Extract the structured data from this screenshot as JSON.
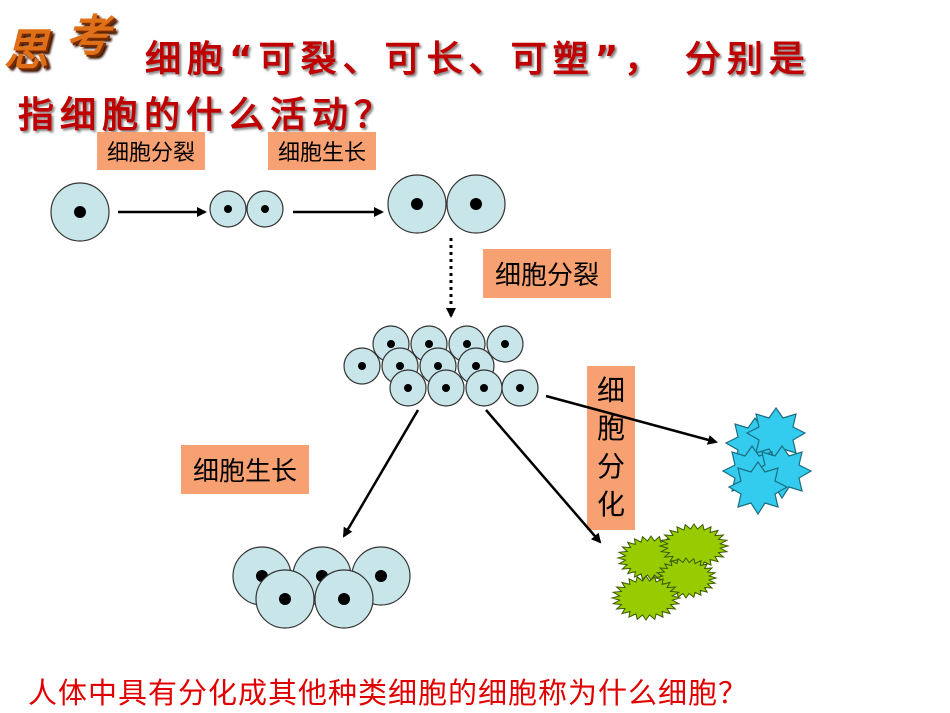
{
  "logo": {
    "char1": "思",
    "char2": "考"
  },
  "title": {
    "line1": "细胞“可裂、可长、可塑”， 分别是",
    "line2": "指细胞的什么活动？"
  },
  "labels": {
    "division_top": "细胞分裂",
    "growth_top": "细胞生长",
    "division_mid": "细胞分裂",
    "growth_lower": "细胞生长",
    "differentiation": [
      "细",
      "胞",
      "分",
      "化"
    ]
  },
  "question": "人体中具有分化成其他种类细胞的细胞称为什么细胞？",
  "colors": {
    "cell_fill": "#c8e6ea",
    "nucleus": "#000000",
    "label_bg": "#f7a072",
    "title_red": "#c00000",
    "cyan_cell": "#33ccee",
    "green_cell": "#99cc00"
  }
}
